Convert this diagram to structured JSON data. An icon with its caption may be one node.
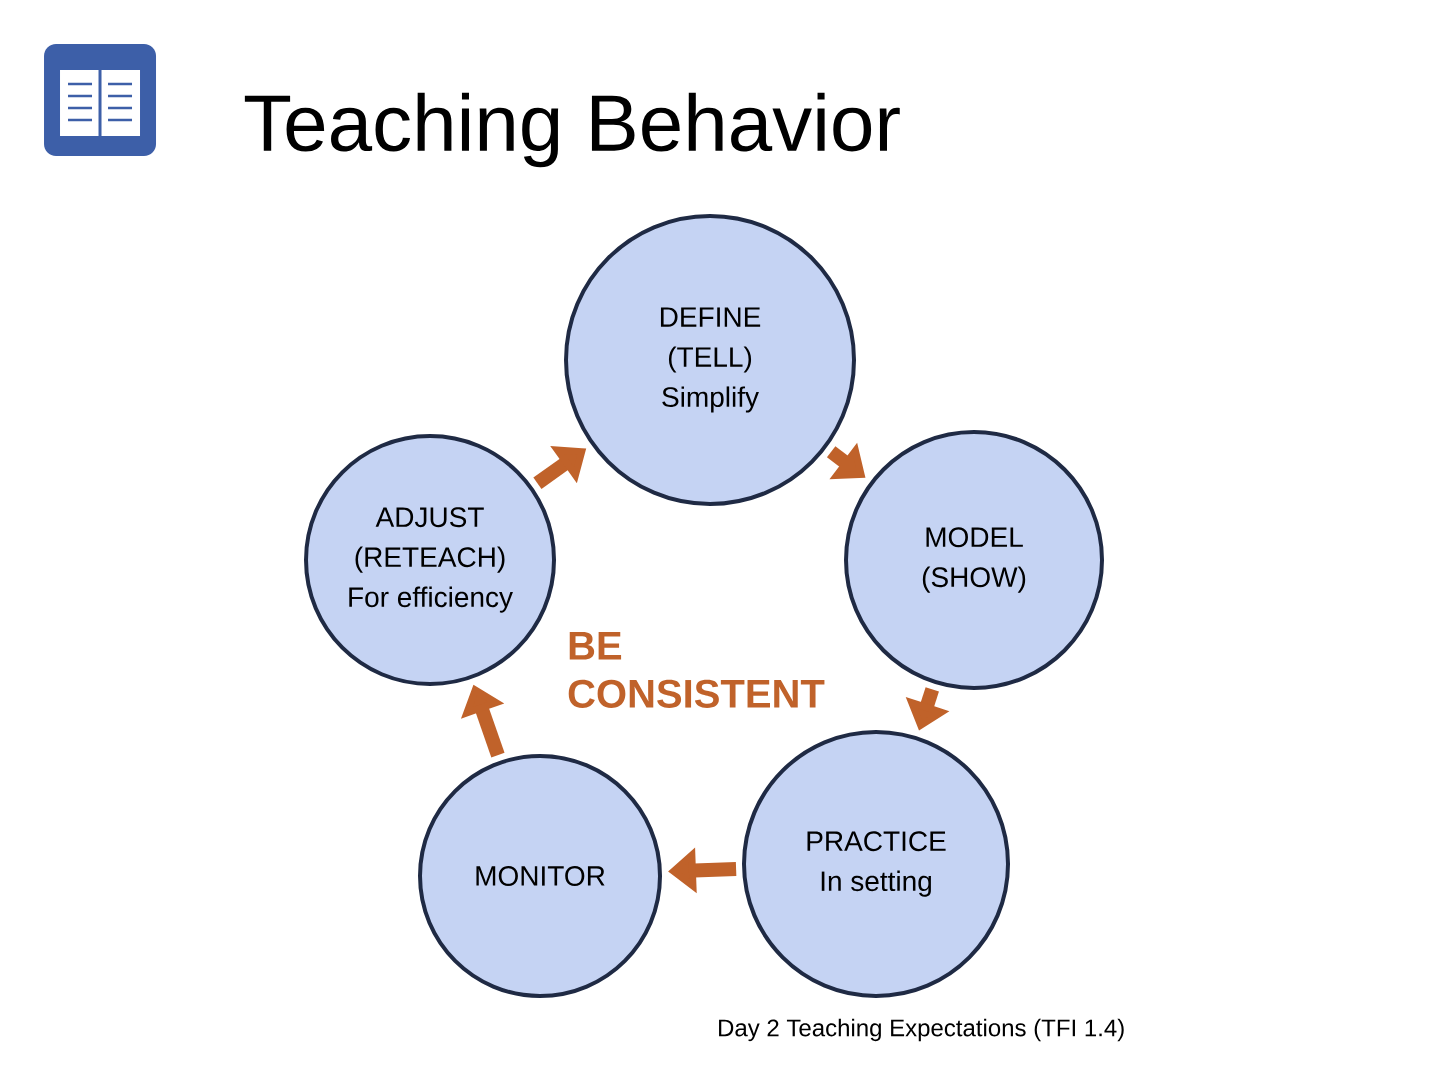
{
  "diagram": {
    "title": "Teaching Behavior",
    "nodes": [
      {
        "text": [
          "DEFINE",
          "(TELL)",
          "Simplify"
        ]
      },
      {
        "text": [
          "MODEL",
          "(SHOW)"
        ]
      },
      {
        "text": [
          "PRACTICE",
          "In setting"
        ]
      },
      {
        "text": [
          "MONITOR"
        ]
      },
      {
        "text": [
          "ADJUST",
          "(RETEACH)",
          "For efficiency"
        ]
      }
    ],
    "edges": [
      {
        "from": 0,
        "to": 1,
        "arrow": "to"
      },
      {
        "from": 1,
        "to": 2,
        "arrow": "to"
      },
      {
        "from": 2,
        "to": 3,
        "arrow": "to"
      },
      {
        "from": 3,
        "to": 4,
        "arrow": "to"
      },
      {
        "from": 4,
        "to": 0,
        "arrow": "to"
      }
    ],
    "labels": [
      "BE CONSISTENT",
      "Day 2 Teaching Expectations (TFI 1.4)"
    ]
  }
}
